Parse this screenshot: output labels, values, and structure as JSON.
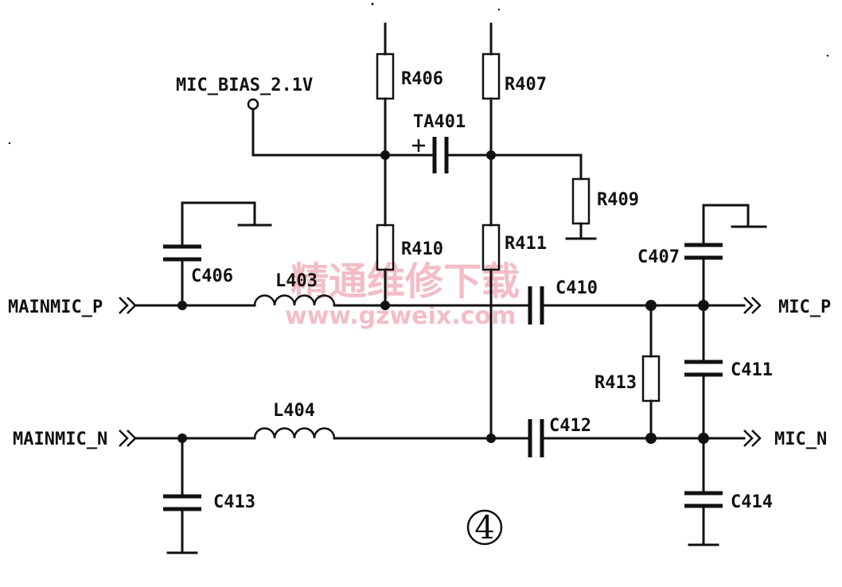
{
  "labels": {
    "mic_bias": "MIC_BIAS_2.1V",
    "mainmic_p": "MAINMIC_P",
    "mainmic_n": "MAINMIC_N",
    "mic_p": "MIC_P",
    "mic_n": "MIC_N",
    "figure_number": "4"
  },
  "components": {
    "r406": "R406",
    "r407": "R407",
    "r409": "R409",
    "r410": "R410",
    "r411": "R411",
    "r413": "R413",
    "ta401": "TA401",
    "c406": "C406",
    "c407": "C407",
    "c410": "C410",
    "c411": "C411",
    "c412": "C412",
    "c413": "C413",
    "c414": "C414",
    "l403": "L403",
    "l404": "L404"
  },
  "watermark": {
    "line1": "精通维修下载",
    "line2": "www.gzweix.com"
  }
}
